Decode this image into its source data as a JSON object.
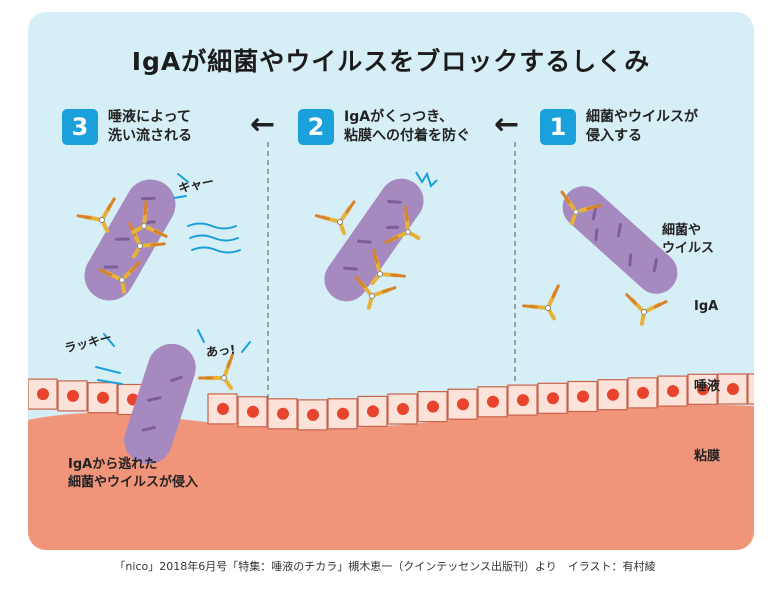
{
  "title": "IgAが細菌やウイルスをブロックするしくみ",
  "steps": [
    {
      "number": "1",
      "line1": "細菌やウイルスが",
      "line2": "侵入する"
    },
    {
      "number": "2",
      "line1": "IgAがくっつき、",
      "line2": "粘膜への付着を防ぐ"
    },
    {
      "number": "3",
      "line1": "唾液によって",
      "line2": "洗い流される"
    }
  ],
  "arrow_glyph": "←",
  "labels": {
    "bacteria_line1": "細菌や",
    "bacteria_line2": "ウイルス",
    "iga": "IgA",
    "saliva": "唾液",
    "mucosa": "粘膜",
    "escape_line1": "IgAから逃れた",
    "escape_line2": "細菌やウイルスが侵入"
  },
  "sounds": {
    "kyaa": "キャー",
    "lucky": "ラッキー",
    "aa": "あっ!"
  },
  "caption": "「nico」2018年6月号「特集：唾液のチカラ」槻木恵一（クインテッセンス出版刊）より　イラスト：有村綾",
  "colors": {
    "background": "#d6eef6",
    "mucosa": "#f0957a",
    "cell": "#fbe3da",
    "nucleus": "#e8432c",
    "bacteria": "#a689bf",
    "antibody": "#e8b23a",
    "badge": "#1aa0da"
  }
}
